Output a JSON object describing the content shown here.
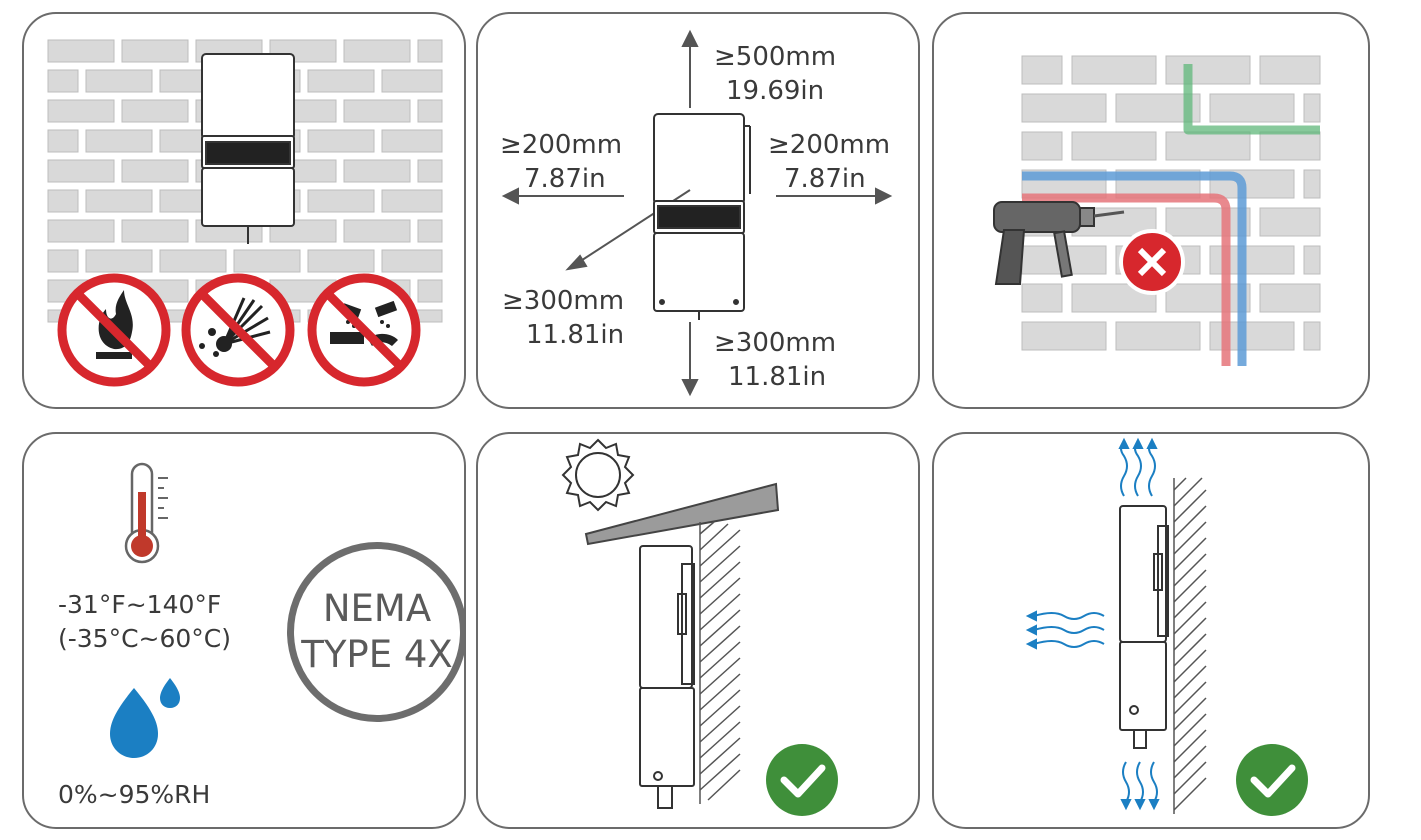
{
  "clearance": {
    "top_mm": "≥500mm",
    "top_in": "19.69in",
    "left_mm": "≥200mm",
    "left_in": "7.87in",
    "right_mm": "≥200mm",
    "right_in": "7.87in",
    "front_mm": "≥300mm",
    "front_in": "11.81in",
    "bottom_mm": "≥300mm",
    "bottom_in": "11.81in"
  },
  "environment": {
    "temp_f": "-31°F~140°F",
    "temp_c": "(-35°C~60°C)",
    "humidity": "0%~95%RH",
    "nema_line1": "NEMA",
    "nema_line2": "TYPE 4X"
  },
  "colors": {
    "prohibit_red": "#d7272d",
    "ok_green": "#3f8f3a",
    "water_blue": "#1b7fc3",
    "pipe_red": "#e5747a",
    "pipe_blue": "#5d9bd6",
    "pipe_green": "#5fb77a",
    "brick_fill": "#d9d9d9"
  },
  "icons": [
    "no-fire-icon",
    "no-explosive-icon",
    "no-corrosive-icon",
    "drill-icon",
    "cross-icon",
    "thermometer-icon",
    "water-drop-icon",
    "sun-icon",
    "check-icon",
    "airflow-icon"
  ]
}
